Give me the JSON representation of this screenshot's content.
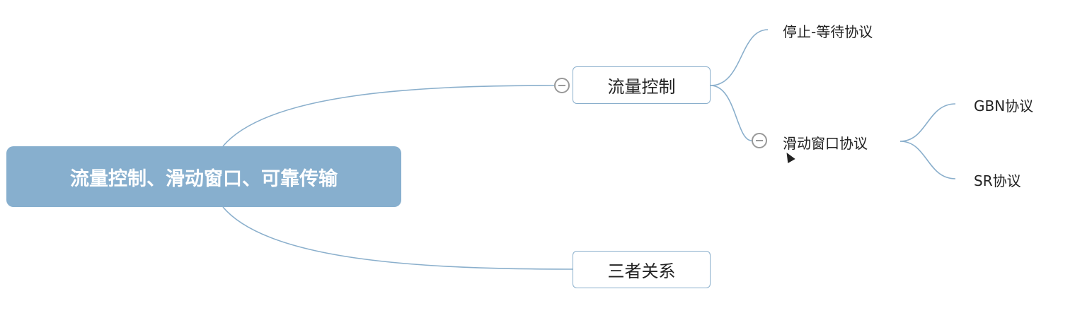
{
  "colors": {
    "root": "#87afce",
    "link": "#8aafcc"
  },
  "root": {
    "label": "流量控制、滑动窗口、可靠传输"
  },
  "branches": [
    {
      "label": "流量控制",
      "children": [
        {
          "label": "停止-等待协议"
        },
        {
          "label": "滑动窗口协议",
          "children": [
            {
              "label": "GBN协议"
            },
            {
              "label": "SR协议"
            }
          ]
        }
      ]
    },
    {
      "label": "三者关系"
    }
  ]
}
